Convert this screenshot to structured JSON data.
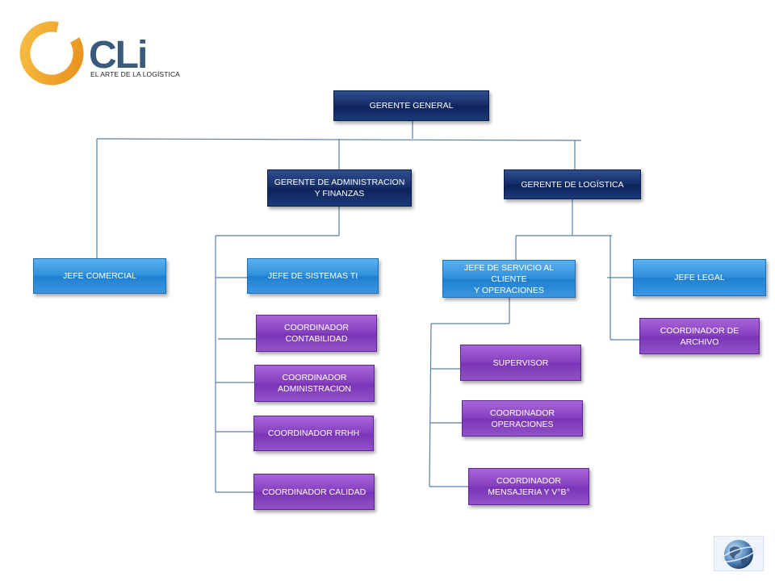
{
  "logo": {
    "wordmark": "CLi",
    "tagline": "EL ARTE DE LA LOGÍSTICA",
    "colors": {
      "ring": "#f0a51e",
      "wordmark_dark": "#3a5a7c",
      "wordmark_accent": "#4aa8e0"
    }
  },
  "org_chart": {
    "gerente_general": "GERENTE GENERAL",
    "gerente_admin_l1": "GERENTE DE ADMINISTRACION",
    "gerente_admin_l2": "Y FINANZAS",
    "gerente_logistica": "GERENTE DE LOGÍSTICA",
    "jefe_comercial": "JEFE COMERCIAL",
    "jefe_sistemas": "JEFE DE SISTEMAS TI",
    "jefe_servicio_l1": "JEFE DE SERVICIO AL CLIENTE",
    "jefe_servicio_l2": "Y OPERACIONES",
    "jefe_legal": "JEFE LEGAL",
    "coord_contabilidad_l1": "COORDINADOR",
    "coord_contabilidad_l2": "CONTABILIDAD",
    "coord_administracion_l1": "COORDINADOR",
    "coord_administracion_l2": "ADMINISTRACION",
    "coord_rrhh": "COORDINADOR RRHH",
    "coord_calidad": "COORDINADOR CALIDAD",
    "supervisor": "SUPERVISOR",
    "coord_operaciones_l1": "COORDINADOR",
    "coord_operaciones_l2": "OPERACIONES",
    "coord_mensajeria_l1": "COORDINADOR",
    "coord_mensajeria_l2": "MENSAJERIA Y V°B°",
    "coord_archivo_l1": "COORDINADOR DE",
    "coord_archivo_l2": "ARCHIVO"
  },
  "colors": {
    "level1": "#142d68",
    "level2": "#2f8fdc",
    "level3": "#8540c0",
    "connector": "#5a7fa3"
  },
  "icons": {
    "corner": "globe-icon"
  }
}
